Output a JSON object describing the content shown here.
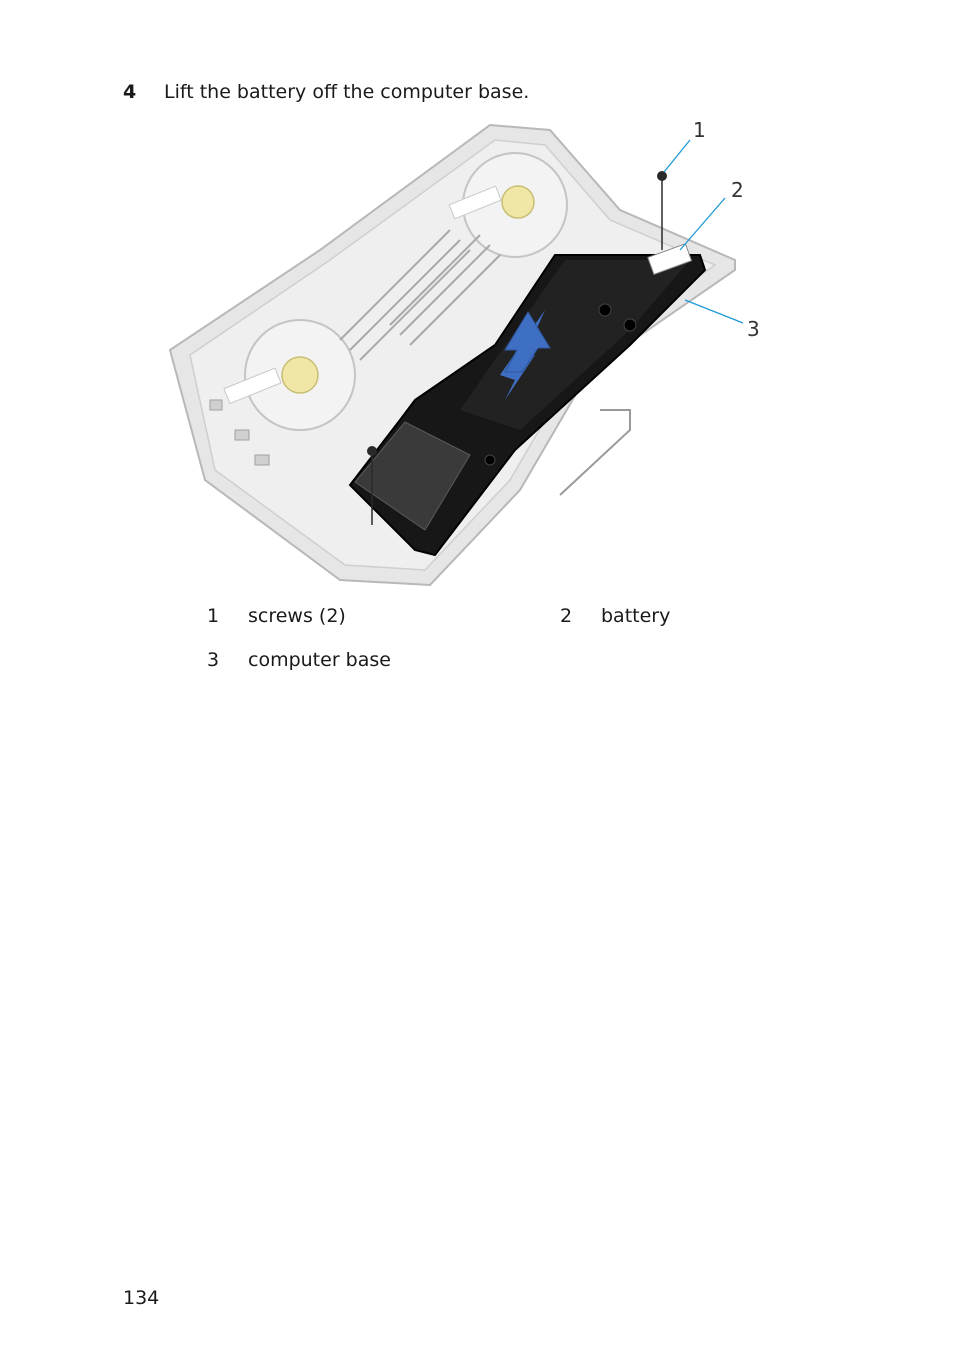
{
  "step": {
    "number": "4",
    "text": "Lift the battery off the computer base."
  },
  "illustration": {
    "callouts": [
      "1",
      "2",
      "3"
    ],
    "accent_color": "#1f9ad6",
    "arrow_color": "#3f6fc2",
    "battery_color": "#151515",
    "base_color": "#d8d8d8"
  },
  "legend": [
    {
      "number": "1",
      "label": "screws (2)"
    },
    {
      "number": "2",
      "label": "battery"
    },
    {
      "number": "3",
      "label": "computer base"
    }
  ],
  "page": {
    "number": "134"
  }
}
